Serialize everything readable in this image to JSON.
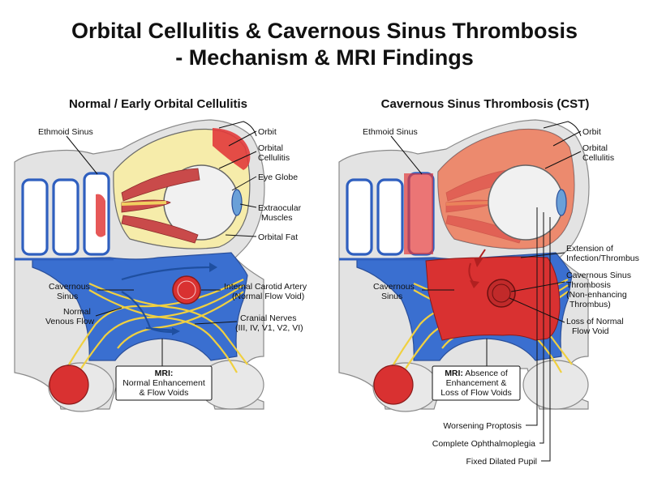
{
  "title": {
    "line1": "Orbital Cellulitis & Cavernous Sinus Thrombosis",
    "line2": "- Mechanism & MRI Findings"
  },
  "colors": {
    "sinus_blue": "#2f5fbf",
    "venous_blue": "#3a6fd0",
    "fat_yellow": "#f6ecaa",
    "infection_red": "#e23b3b",
    "thrombus_red": "#d93131",
    "bone_gray": "#e3e3e3",
    "muscle": "#c94a4a"
  },
  "left": {
    "heading": "Normal / Early Orbital Cellulitis",
    "labels": {
      "ethmoid": "Ethmoid Sinus",
      "orbit": "Orbit",
      "cellulitis_1": "Orbital",
      "cellulitis_2": "Cellulitis",
      "globe": "Eye Globe",
      "eom_1": "Extraocular",
      "eom_2": "Muscles",
      "fat": "Orbital Fat",
      "cav_1": "Cavernous",
      "cav_2": "Sinus",
      "flow_1": "Normal",
      "flow_2": "Venous Flow",
      "ica_1": "Internal Carotid Artery",
      "ica_2": "(Normal Flow Void)",
      "cn_1": "Cranial Nerves",
      "cn_2": "(III, IV, V1, V2, VI)"
    },
    "mri": {
      "prefix": "MRI:",
      "line2": "Normal Enhancement",
      "line3": "& Flow Voids"
    }
  },
  "right": {
    "heading": "Cavernous Sinus Thrombosis (CST)",
    "labels": {
      "ethmoid": "Ethmoid Sinus",
      "orbit": "Orbit",
      "cellulitis_1": "Orbital",
      "cellulitis_2": "Cellulitis",
      "ext_1": "Extension of",
      "ext_2": "Infection/Thrombus",
      "cst_1": "Cavernous Sinus",
      "cst_2": "Thrombosis",
      "cst_3": "(Non-enhancing",
      "cst_4": "Thrombus)",
      "loss_1": "Loss of Normal",
      "loss_2": "Flow Void",
      "cav_1": "Cavernous",
      "cav_2": "Sinus",
      "proptosis": "Worsening Proptosis",
      "ophthalmoplegia": "Complete Ophthalmoplegia",
      "pupil": "Fixed Dilated Pupil"
    },
    "mri": {
      "prefix": "MRI:",
      "line1_rest": " Absence of",
      "line2": "Enhancement &",
      "line3": "Loss of Flow Voids"
    }
  }
}
